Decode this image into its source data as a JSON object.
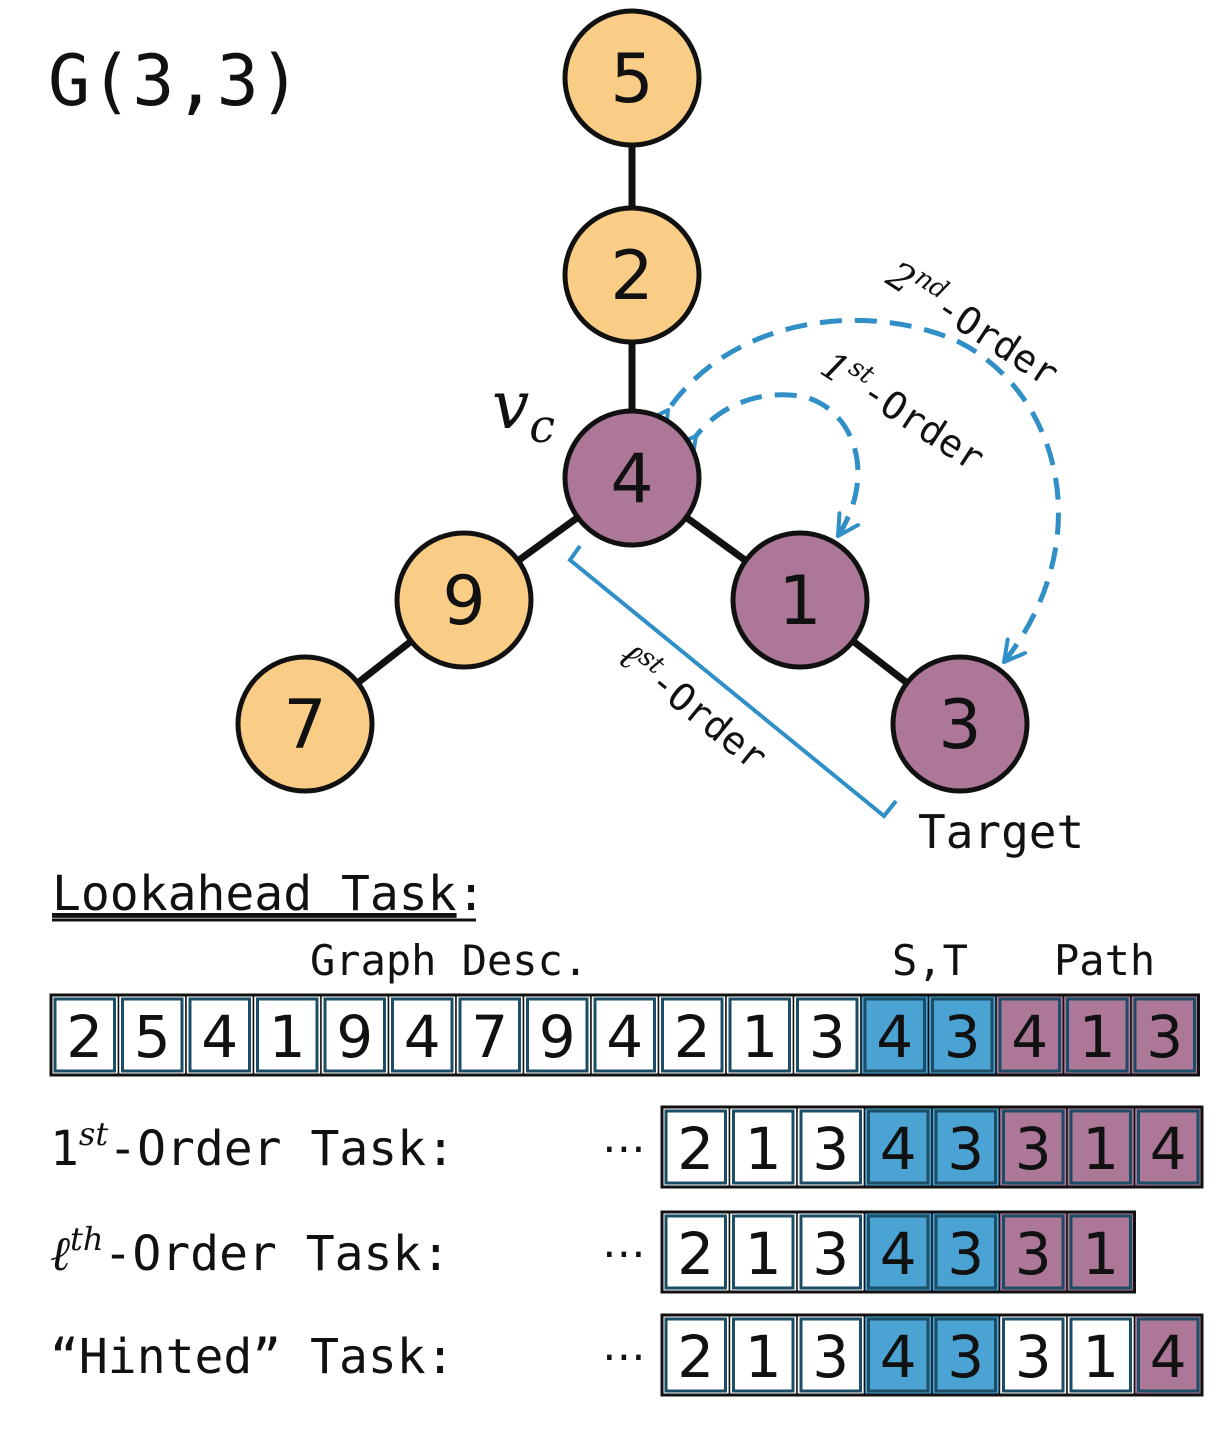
{
  "title": "G(3,3)",
  "colors": {
    "orange": "#f9cd86",
    "purple": "#ad7898",
    "blue": "#4ba3d3",
    "dash_blue": "#2f8fc6",
    "edge": "#111111",
    "white": "#ffffff",
    "border": "#1b4d66"
  },
  "graph": {
    "nodes": [
      {
        "id": "5",
        "label": "5",
        "color": "orange"
      },
      {
        "id": "2",
        "label": "2",
        "color": "orange"
      },
      {
        "id": "4",
        "label": "4",
        "color": "purple"
      },
      {
        "id": "9",
        "label": "9",
        "color": "orange"
      },
      {
        "id": "7",
        "label": "7",
        "color": "orange"
      },
      {
        "id": "1",
        "label": "1",
        "color": "purple"
      },
      {
        "id": "3",
        "label": "3",
        "color": "purple"
      }
    ],
    "edges": [
      [
        "5",
        "2"
      ],
      [
        "2",
        "4"
      ],
      [
        "4",
        "9"
      ],
      [
        "9",
        "7"
      ],
      [
        "4",
        "1"
      ],
      [
        "1",
        "3"
      ]
    ],
    "center_label": {
      "base": "v",
      "sub": "c"
    },
    "target_label": "Target",
    "arrows": [
      {
        "sup": "st",
        "prefix": "1",
        "suffix": "-Order"
      },
      {
        "sup": "nd",
        "prefix": "2",
        "suffix": "-Order"
      }
    ],
    "bracket_label": {
      "prefix": "ℓ",
      "sup": "st",
      "suffix": "-Order"
    }
  },
  "lookahead": {
    "heading": "Lookahead Task",
    "heading_colon": ":",
    "section_labels": {
      "graph_desc": "Graph Desc.",
      "st": "S,T",
      "path": "Path"
    },
    "main_row": [
      {
        "v": "2",
        "c": "white"
      },
      {
        "v": "5",
        "c": "white"
      },
      {
        "v": "4",
        "c": "white"
      },
      {
        "v": "1",
        "c": "white"
      },
      {
        "v": "9",
        "c": "white"
      },
      {
        "v": "4",
        "c": "white"
      },
      {
        "v": "7",
        "c": "white"
      },
      {
        "v": "9",
        "c": "white"
      },
      {
        "v": "4",
        "c": "white"
      },
      {
        "v": "2",
        "c": "white"
      },
      {
        "v": "1",
        "c": "white"
      },
      {
        "v": "3",
        "c": "white"
      },
      {
        "v": "4",
        "c": "blue"
      },
      {
        "v": "3",
        "c": "blue"
      },
      {
        "v": "4",
        "c": "purple"
      },
      {
        "v": "1",
        "c": "purple"
      },
      {
        "v": "3",
        "c": "purple"
      }
    ]
  },
  "tasks": [
    {
      "label_prefix": "1",
      "label_sup": "st",
      "label_suffix": "-Order Task:",
      "ellipsis": "⋯",
      "cells": [
        {
          "v": "2",
          "c": "white"
        },
        {
          "v": "1",
          "c": "white"
        },
        {
          "v": "3",
          "c": "white"
        },
        {
          "v": "4",
          "c": "blue"
        },
        {
          "v": "3",
          "c": "blue"
        },
        {
          "v": "3",
          "c": "purple"
        },
        {
          "v": "1",
          "c": "purple"
        },
        {
          "v": "4",
          "c": "purple"
        }
      ]
    },
    {
      "label_prefix": "ℓ",
      "label_sup": "th",
      "label_suffix": "-Order Task:",
      "ellipsis": "⋯",
      "cells": [
        {
          "v": "2",
          "c": "white"
        },
        {
          "v": "1",
          "c": "white"
        },
        {
          "v": "3",
          "c": "white"
        },
        {
          "v": "4",
          "c": "blue"
        },
        {
          "v": "3",
          "c": "blue"
        },
        {
          "v": "3",
          "c": "purple"
        },
        {
          "v": "1",
          "c": "purple"
        }
      ]
    },
    {
      "label_prefix": "",
      "label_sup": "",
      "label_suffix": "“Hinted” Task:",
      "ellipsis": "⋯",
      "cells": [
        {
          "v": "2",
          "c": "white"
        },
        {
          "v": "1",
          "c": "white"
        },
        {
          "v": "3",
          "c": "white"
        },
        {
          "v": "4",
          "c": "blue"
        },
        {
          "v": "3",
          "c": "blue"
        },
        {
          "v": "3",
          "c": "white"
        },
        {
          "v": "1",
          "c": "white"
        },
        {
          "v": "4",
          "c": "purple"
        }
      ]
    }
  ]
}
